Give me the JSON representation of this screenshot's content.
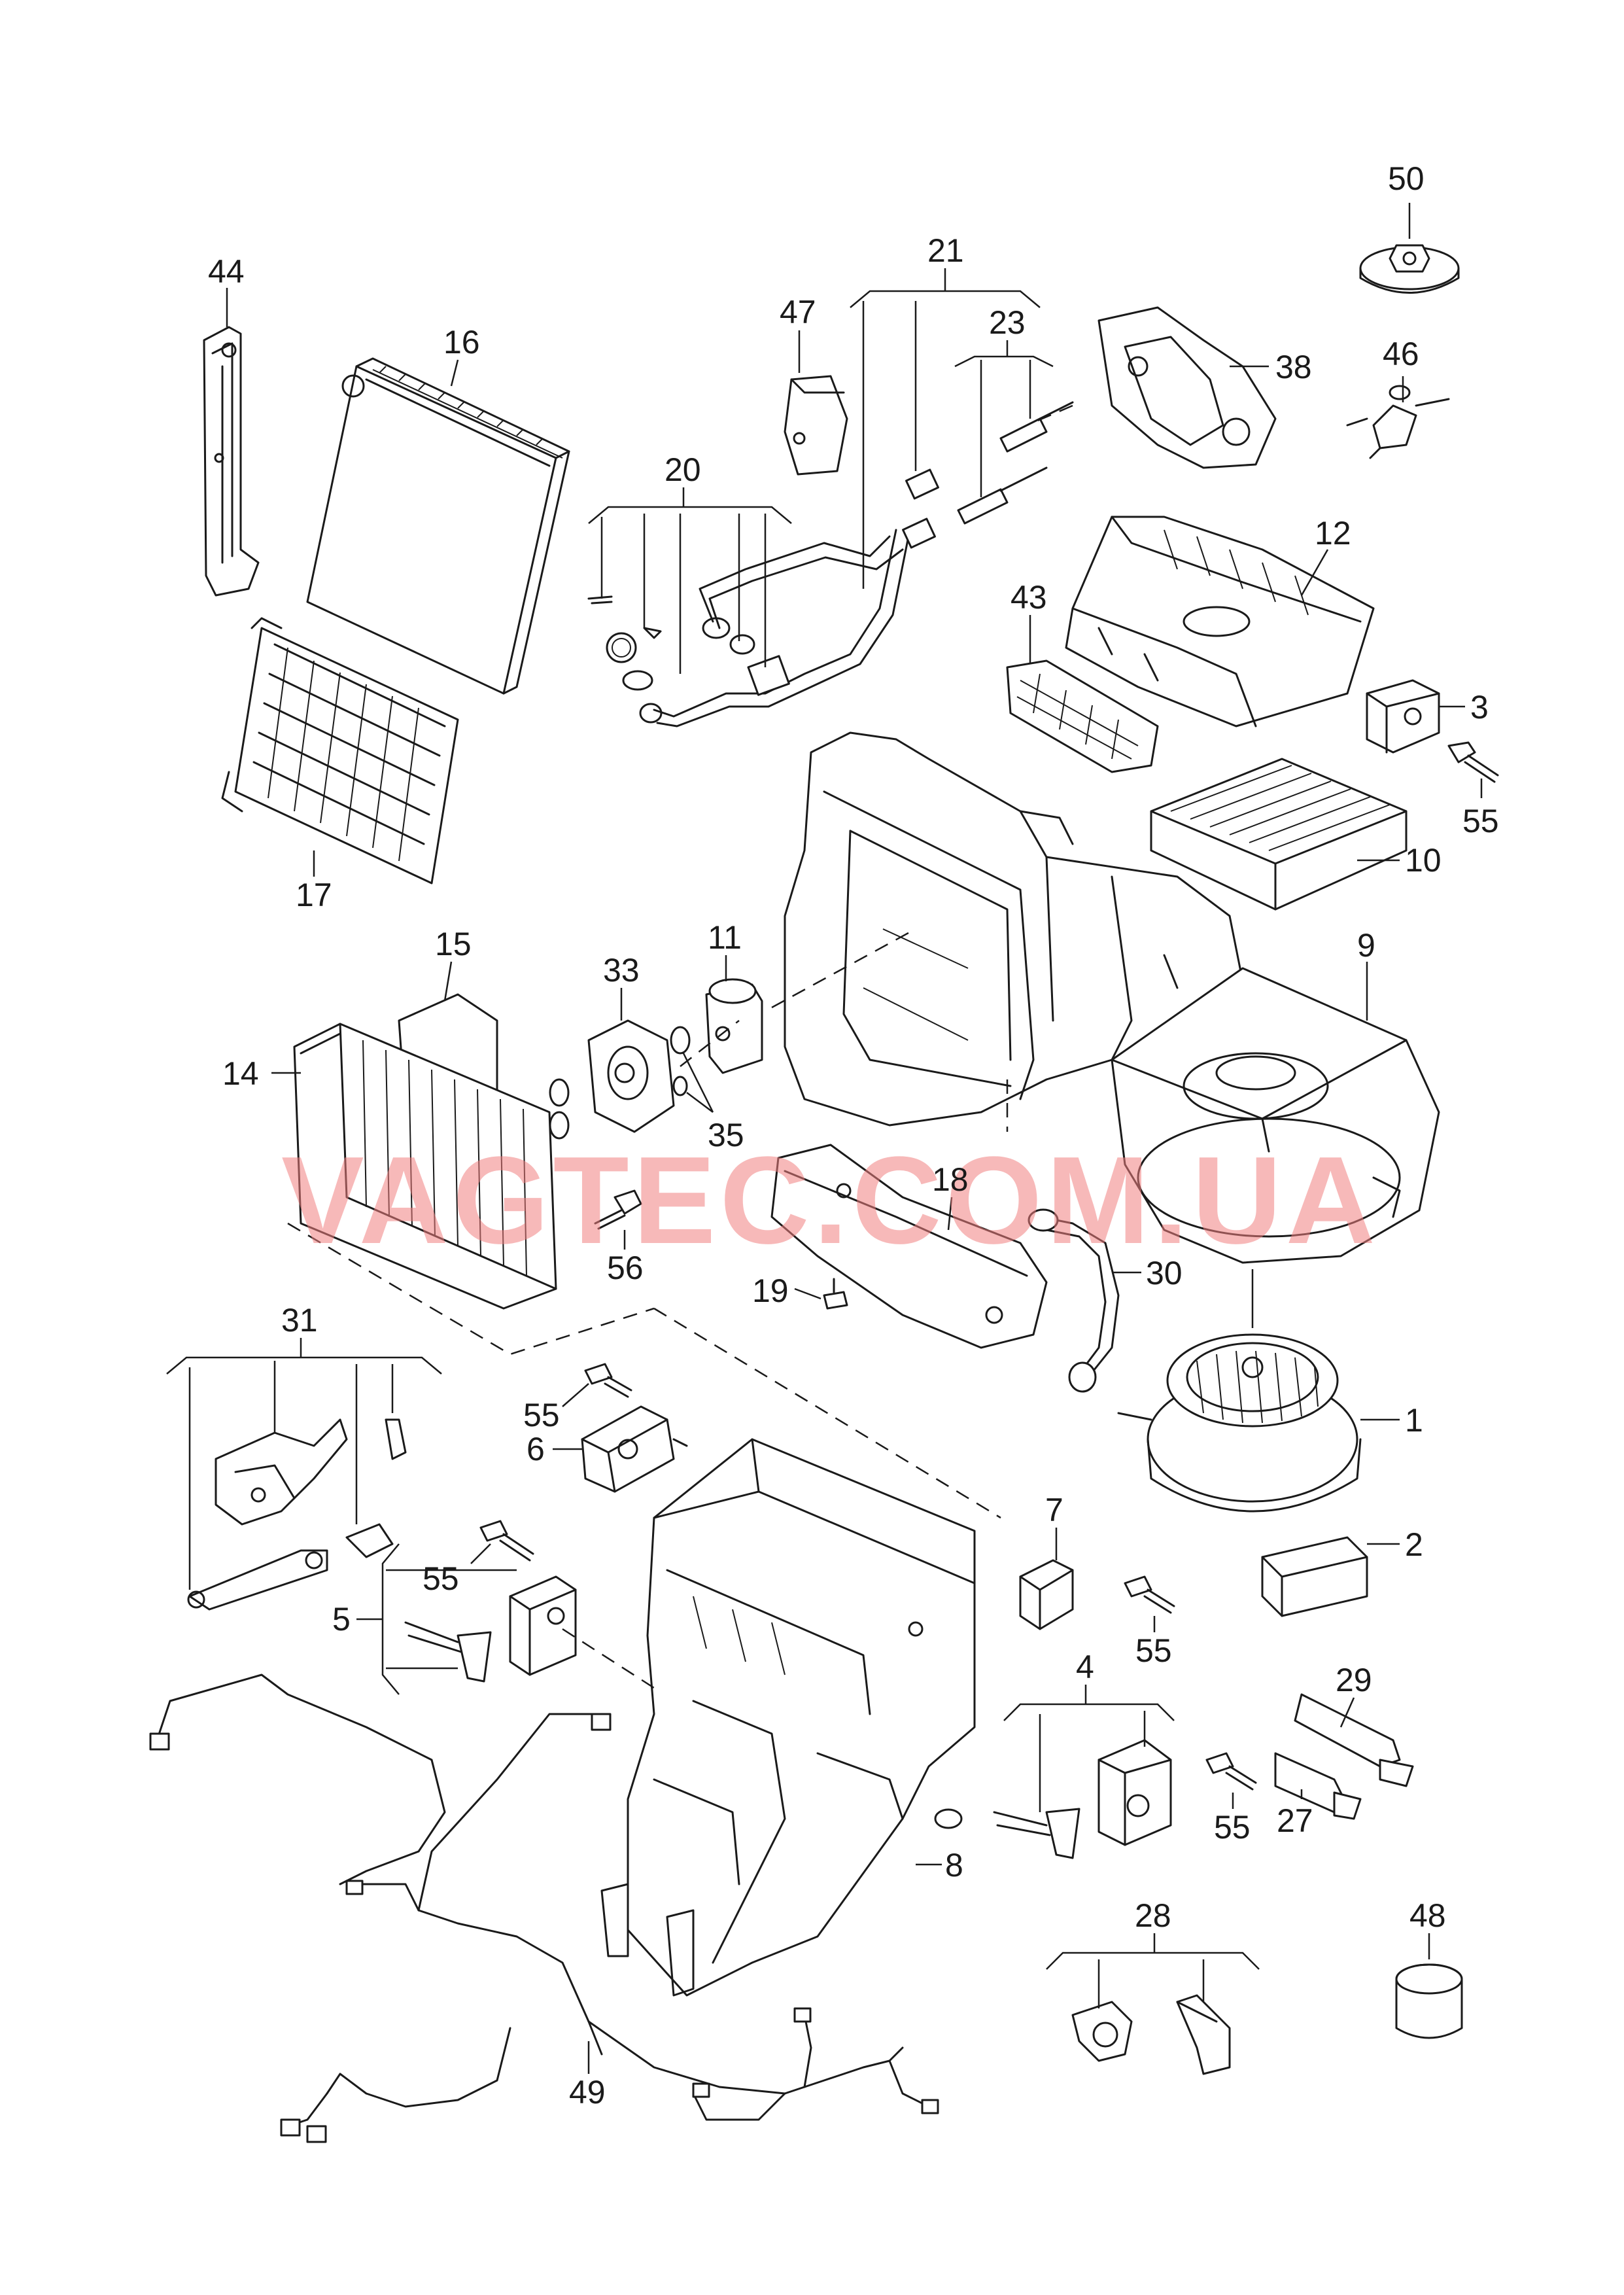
{
  "watermark": "VAGTEC.COM.UA",
  "part_numbers": {
    "p1": "1",
    "p2": "2",
    "p3": "3",
    "p4": "4",
    "p5": "5",
    "p6": "6",
    "p7": "7",
    "p8": "8",
    "p9": "9",
    "p10": "10",
    "p11": "11",
    "p12": "12",
    "p14": "14",
    "p15": "15",
    "p16": "16",
    "p17": "17",
    "p18": "18",
    "p19": "19",
    "p20": "20",
    "p21": "21",
    "p23": "23",
    "p27": "27",
    "p28": "28",
    "p29": "29",
    "p30": "30",
    "p31": "31",
    "p33": "33",
    "p35": "35",
    "p38": "38",
    "p43": "43",
    "p44": "44",
    "p46": "46",
    "p47": "47",
    "p48": "48",
    "p49": "49",
    "p50": "50",
    "p55a": "55",
    "p55b": "55",
    "p55c": "55",
    "p55d": "55",
    "p55e": "55",
    "p56": "56"
  }
}
